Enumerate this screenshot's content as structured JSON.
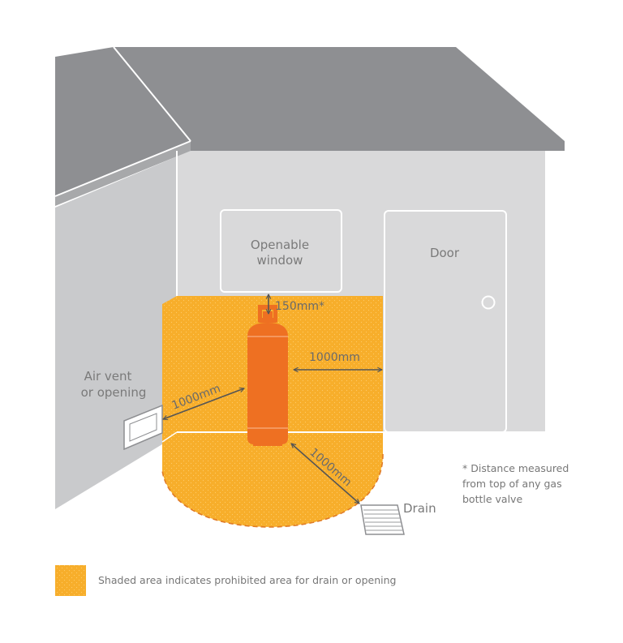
{
  "labels": {
    "window_line1": "Openable",
    "window_line2": "window",
    "door": "Door",
    "air_vent_line1": "Air vent",
    "air_vent_line2": "or opening",
    "drain": "Drain"
  },
  "dimensions": {
    "window_clearance": "150mm*",
    "door_clearance": "1000mm",
    "air_vent_clearance": "1000mm",
    "drain_clearance": "1000mm"
  },
  "footnote": {
    "line1": "* Distance measured",
    "line2": "from top of any gas",
    "line3": "bottle valve"
  },
  "legend": {
    "text": "Shaded area indicates prohibited area for drain or opening"
  },
  "colors": {
    "prohibited_zone": "#F7AE2B",
    "gas_bottle": "#EE7022",
    "wall": "#D9D9DA",
    "roof": "#8E8F92",
    "text": "#7A7A7A"
  }
}
